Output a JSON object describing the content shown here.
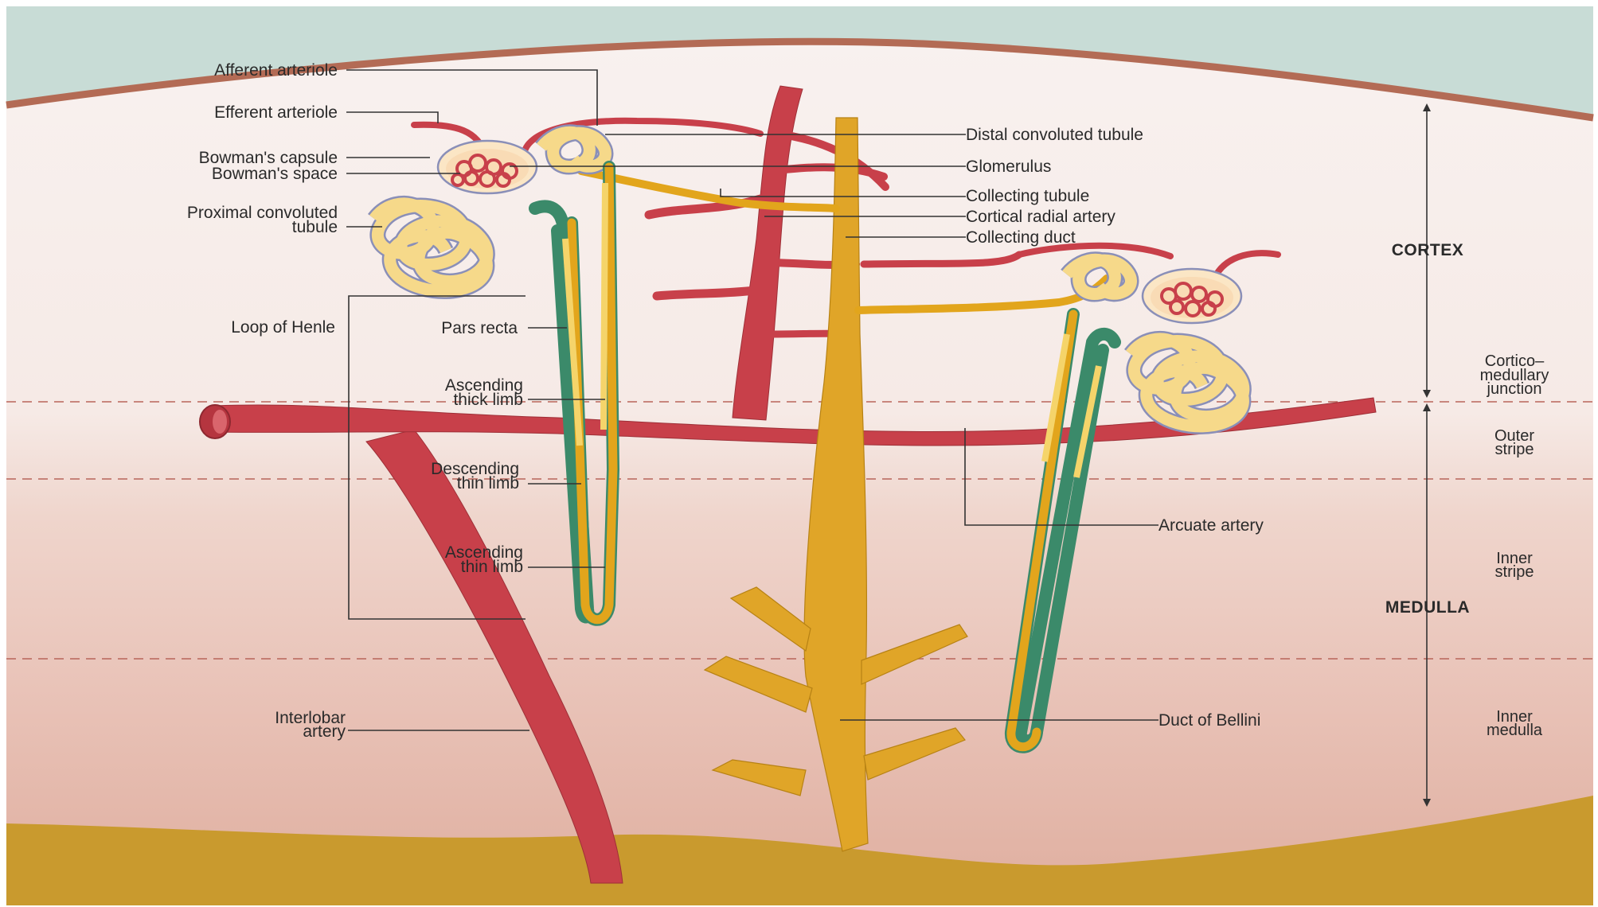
{
  "colors": {
    "sky": "#c8dcd6",
    "capsule": "#b36b55",
    "cortex_bg": "#f7eeec",
    "medulla_bg": "#ecc9bf",
    "inner_medulla_bg": "#e2b4a6",
    "pelvis": "#c99a2e",
    "artery": "#c8404a",
    "tubule": "#e2a51c",
    "duct": "#e0a528"
  },
  "labels": {
    "afferent_arteriole": "Afferent arteriole",
    "efferent_arteriole": "Efferent arteriole",
    "bowmans_capsule": "Bowman's capsule",
    "bowmans_space": "Bowman's space",
    "proximal_convoluted_tubule": [
      "Proximal convoluted",
      "tubule"
    ],
    "loop_of_henle": "Loop of Henle",
    "pars_recta": "Pars recta",
    "ascending_thick_limb": [
      "Ascending",
      "thick limb"
    ],
    "descending_thin_limb": [
      "Descending",
      "thin limb"
    ],
    "ascending_thin_limb": [
      "Ascending",
      "thin limb"
    ],
    "interlobar_artery": [
      "Interlobar",
      "artery"
    ],
    "distal_convoluted_tubule": "Distal convoluted tubule",
    "glomerulus": "Glomerulus",
    "collecting_tubule": "Collecting tubule",
    "cortical_radial_artery": "Cortical radial artery",
    "collecting_duct": "Collecting duct",
    "arcuate_artery": "Arcuate artery",
    "duct_of_bellini": "Duct of Bellini"
  },
  "regions": {
    "cortex": "CORTEX",
    "medulla": "MEDULLA",
    "corticomedullary_junction": [
      "Cortico–",
      "medullary",
      "junction"
    ],
    "outer_stripe": [
      "Outer",
      "stripe"
    ],
    "inner_stripe": [
      "Inner",
      "stripe"
    ],
    "inner_medulla": [
      "Inner",
      "medulla"
    ]
  }
}
